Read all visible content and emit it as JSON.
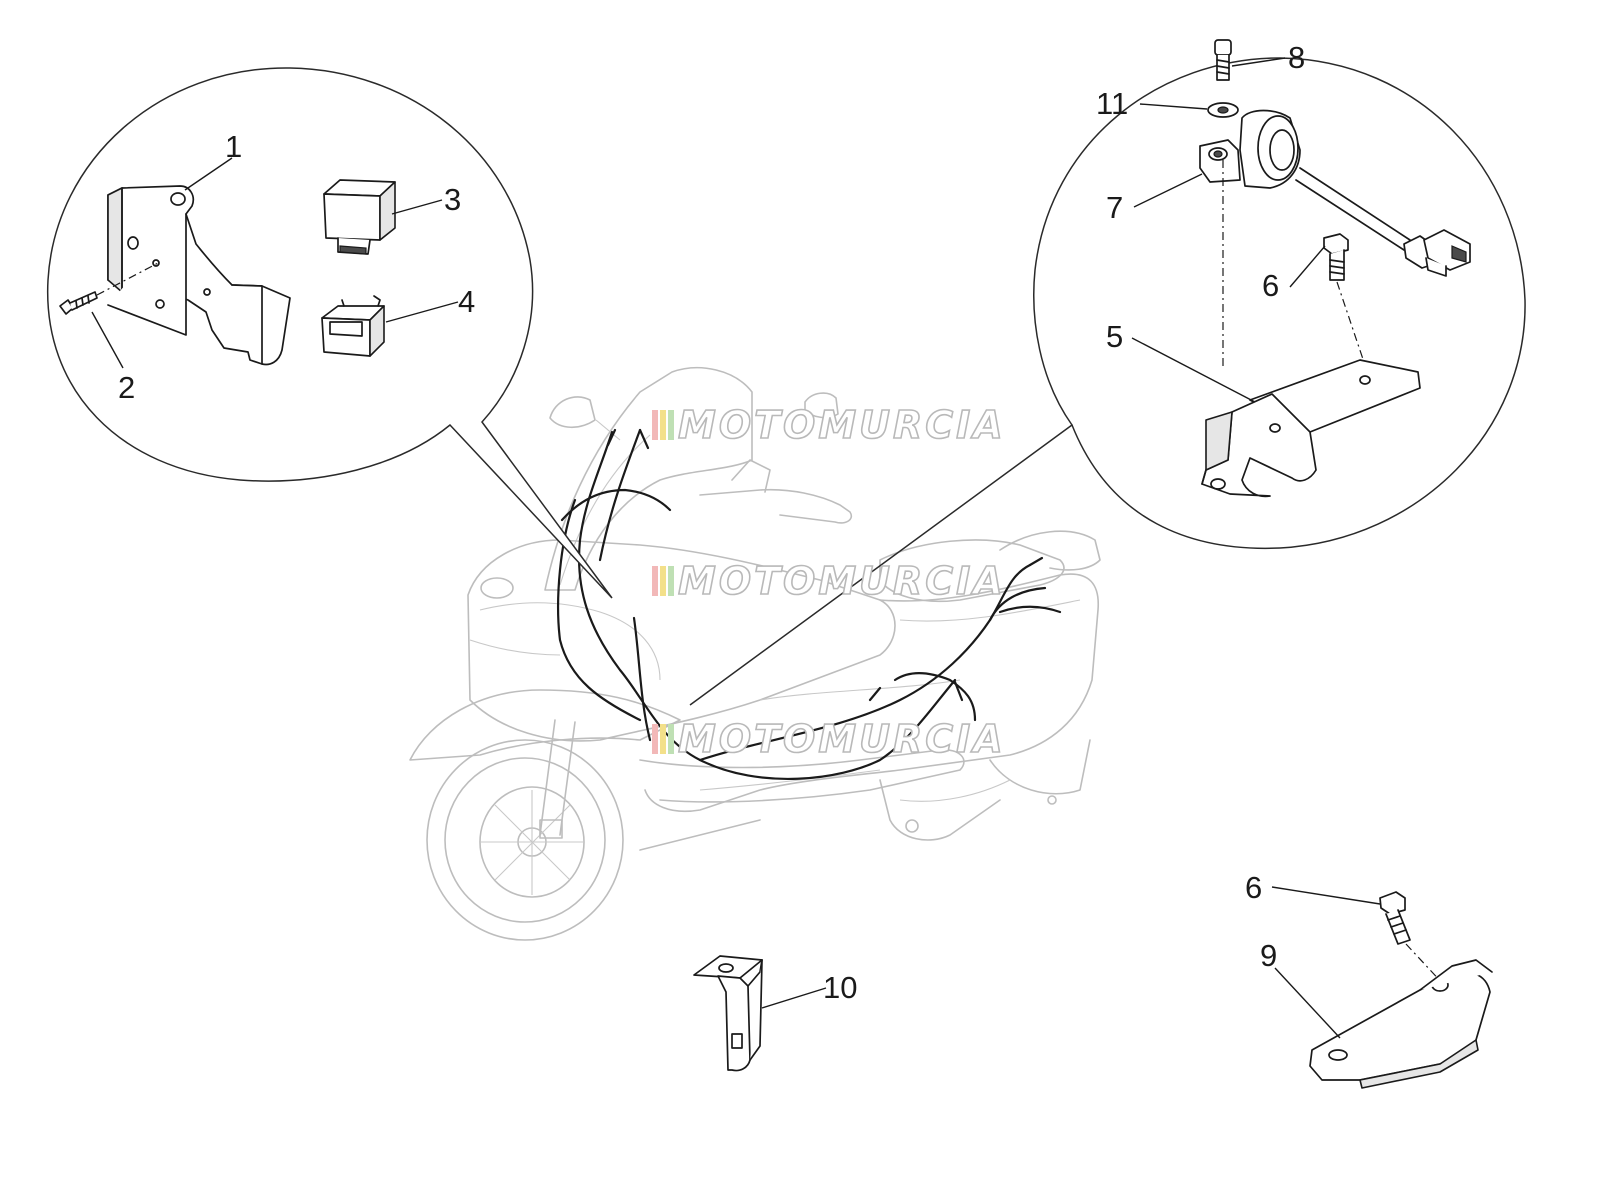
{
  "labels": {
    "p1": "1",
    "p2": "2",
    "p3": "3",
    "p4": "4",
    "p5": "5",
    "p6a": "6",
    "p6b": "6",
    "p7": "7",
    "p8": "8",
    "p9": "9",
    "p10": "10",
    "p11": "11"
  },
  "watermark": {
    "text": "MOTOMURCIA",
    "stripe_colors": [
      "#f2b8b8",
      "#f3e08a",
      "#bfe0b4"
    ]
  },
  "colors": {
    "line": "#1a1a1a",
    "ghost_vehicle": "#bdbdbd",
    "background": "#ffffff"
  }
}
